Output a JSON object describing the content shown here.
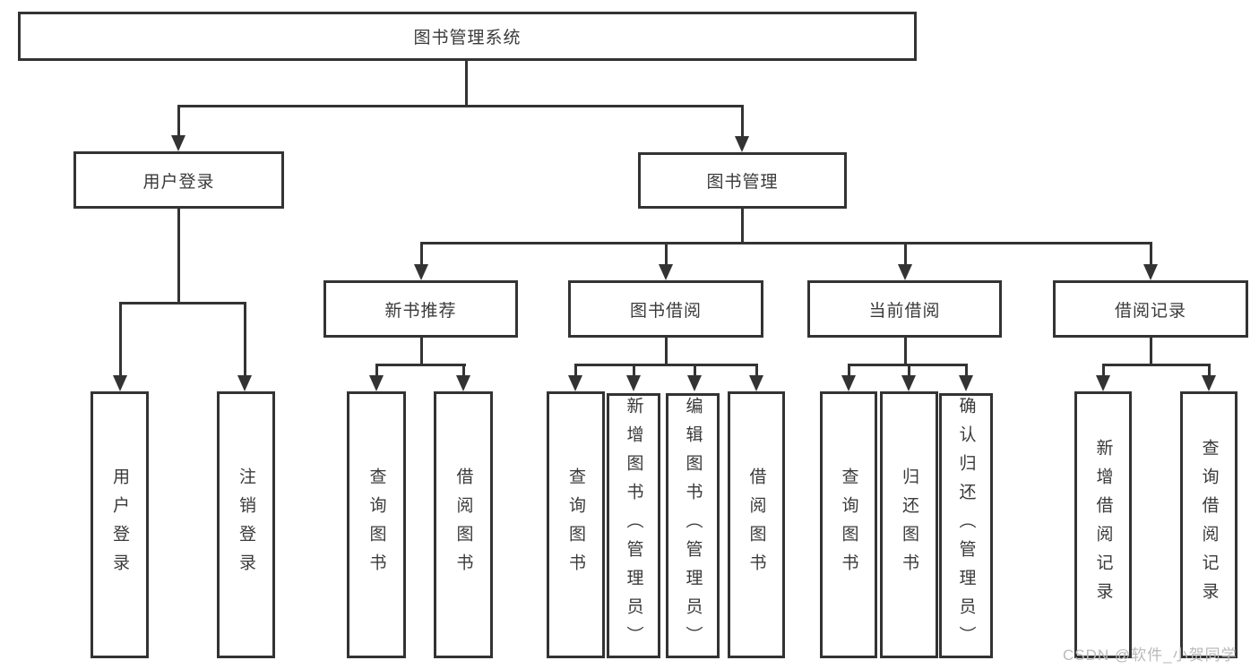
{
  "root": {
    "label": "图书管理系统"
  },
  "level2": [
    {
      "label": "用户登录"
    },
    {
      "label": "图书管理"
    }
  ],
  "level3": [
    {
      "label": "新书推荐"
    },
    {
      "label": "图书借阅"
    },
    {
      "label": "当前借阅"
    },
    {
      "label": "借阅记录"
    }
  ],
  "leaves": [
    {
      "label": "用户登录"
    },
    {
      "label": "注销登录"
    },
    {
      "label": "查询图书"
    },
    {
      "label": "借阅图书"
    },
    {
      "label": "查询图书"
    },
    {
      "label": "新增图书（管理员）"
    },
    {
      "label": "编辑图书（管理员）"
    },
    {
      "label": "借阅图书"
    },
    {
      "label": "查询图书"
    },
    {
      "label": "归还图书"
    },
    {
      "label": "确认归还（管理员）"
    },
    {
      "label": "新增借阅记录"
    },
    {
      "label": "查询借阅记录"
    }
  ],
  "watermark": {
    "text": "CSDN @软件_小贺同学"
  },
  "colors": {
    "line": "#333333",
    "box_border": "#333333",
    "text": "#3a3a3a",
    "watermark": "#b9b9b9",
    "background": "#ffffff"
  }
}
